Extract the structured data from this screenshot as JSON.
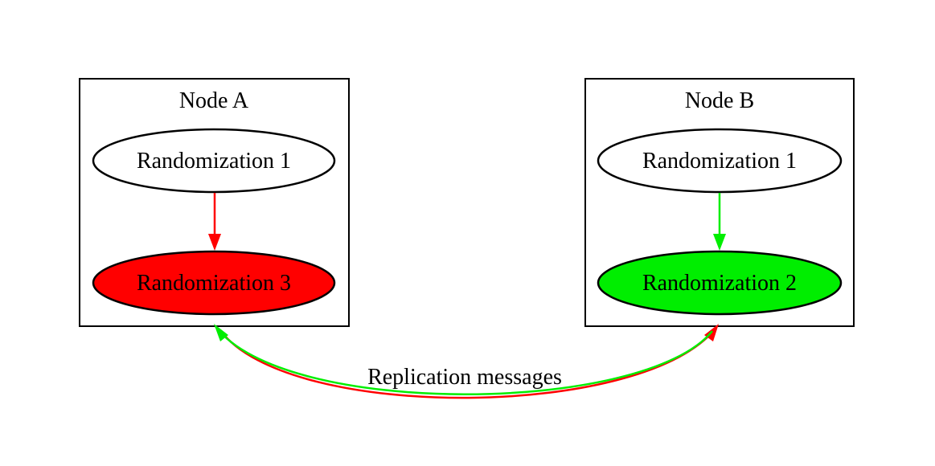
{
  "diagram": {
    "node_a": {
      "title": "Node A",
      "randomization_1": "Randomization 1",
      "randomization_3": "Randomization 3"
    },
    "node_b": {
      "title": "Node B",
      "randomization_1": "Randomization 1",
      "randomization_2": "Randomization 2"
    },
    "edge_label": "Replication messages"
  },
  "colors": {
    "red": "#ff0000",
    "green": "#00ee00",
    "outline": "#000000",
    "background": "#ffffff"
  }
}
